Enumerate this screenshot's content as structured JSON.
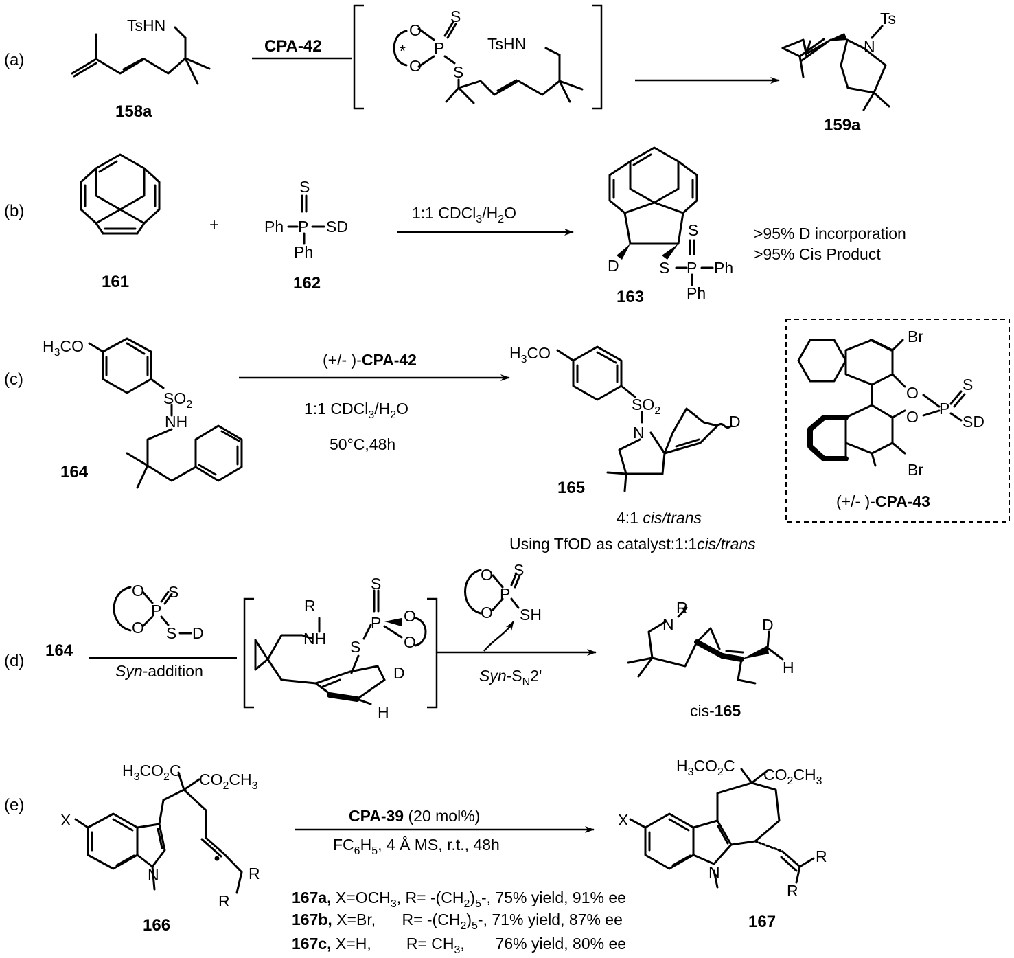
{
  "panel_labels": [
    "(a)",
    "(b)",
    "(c)",
    "(d)",
    "(e)"
  ],
  "compounds": {
    "c158a": "158a",
    "c159a": "159a",
    "c161": "161",
    "c162": "162",
    "c163": "163",
    "c164": "164",
    "c164d": "164",
    "c165": "165",
    "c165cis_prefix": "cis-",
    "c165cis": "165",
    "c166": "166",
    "c167": "167"
  },
  "reagents": {
    "a_reagent": "CPA-42",
    "b_plus": "+",
    "b_solvent_1": "1:1 CDCl",
    "b_solvent_sub": "3",
    "b_solvent_2": "/H",
    "b_solvent_sub2": "2",
    "b_solvent_3": "O",
    "c_racemic": "(+/- )-",
    "c_cat": "CPA-42",
    "c_solvent_1": "1:1 CDCl",
    "c_solvent_sub": "3",
    "c_solvent_2": "/H",
    "c_solvent_sub2": "2",
    "c_solvent_3": "O",
    "c_temp": "50°C,48h",
    "d_above": "",
    "d_syn": "Syn",
    "d_addition": "-addition",
    "d_sn2_1": "Syn",
    "d_sn2_2": "-S",
    "d_sn2_sub": "N",
    "d_sn2_3": "2'",
    "e_cat": "CPA-39",
    "e_loading": "(20 mol%)",
    "e_cond_1": "FC",
    "e_cond_sub1": "6",
    "e_cond_2": "H",
    "e_cond_sub2": "5",
    "e_cond_3": ", 4 Å MS, r.t., 48h"
  },
  "notes": {
    "b_line1": ">95% D incorporation",
    "b_line2": ">95% Cis Product",
    "c_ratio_1": "4:1 ",
    "c_ratio_2": "cis/trans",
    "c_tfod_1": "Using TfOD as catalyst:1:1",
    "c_tfod_2": "cis/trans",
    "cpa43_racemic": "(+/- )-",
    "cpa43_name": "CPA-43"
  },
  "results": [
    {
      "id": "167a,",
      "x": " X=OCH",
      "xsub": "3",
      "r": ", R= -(CH",
      "rsub": "2",
      "r2": ")",
      "rsub2": "5",
      "r3": "-, 75% yield, 91% ee"
    },
    {
      "id": "167b,",
      "x": " X=Br,",
      "xsub": "",
      "r": "      R= -(CH",
      "rsub": "2",
      "r2": ")",
      "rsub2": "5",
      "r3": "-, 71% yield, 87% ee"
    },
    {
      "id": "167c,",
      "x": " X=H,",
      "xsub": "",
      "r": "        R= CH",
      "rsub": "3",
      "r2": ",",
      "rsub2": "",
      "r3": "       76% yield, 80% ee"
    }
  ],
  "atoms": {
    "TsHN": "TsHN",
    "Ts": "Ts",
    "N": "N",
    "O": "O",
    "P": "P",
    "S": "S",
    "D": "D",
    "H": "H",
    "Ph": "Ph",
    "SD": "SD",
    "SH": "SH",
    "Br": "Br",
    "X": "X",
    "R": "R",
    "NH": "NH",
    "H3CO": "H",
    "CO2CH3": "CO",
    "star": "*",
    "SO2": "SO",
    "two": "2"
  }
}
